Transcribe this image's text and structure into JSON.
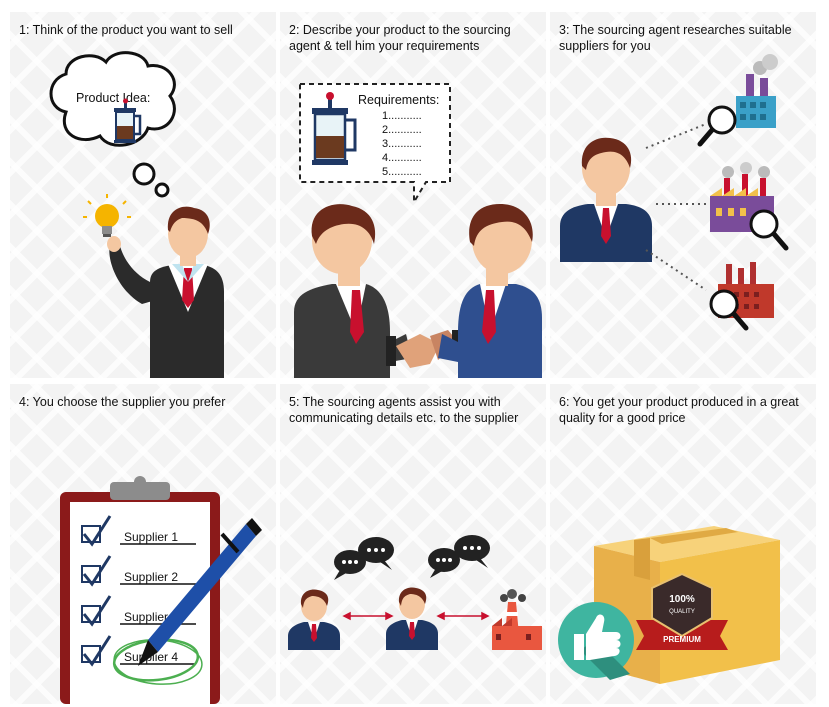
{
  "steps": [
    {
      "text": "1: Think of the product you want to sell"
    },
    {
      "text": "2: Describe your product to the sourcing agent & tell him your requirements"
    },
    {
      "text": "3: The sourcing agent researches suitable suppliers for you"
    },
    {
      "text": "4: You choose the supplier you prefer"
    },
    {
      "text": "5: The sourcing agents assist you with communicating details etc. to the supplier"
    },
    {
      "text": "6: You get your product produced in a great quality for a good price"
    }
  ],
  "step1": {
    "bubble_label": "Product Idea:"
  },
  "step2": {
    "requirements_title": "Requirements:",
    "requirements_lines": [
      "1...........",
      "2...........",
      "3...........",
      "4...........",
      "5..........."
    ]
  },
  "step4": {
    "suppliers": [
      "Supplier 1",
      "Supplier 2",
      "Supplier 3",
      "Supplier 4"
    ]
  },
  "step6": {
    "seal_top": "100%",
    "seal_bottom": "QUALITY",
    "ribbon": "PREMIUM"
  },
  "colors": {
    "panel_bg": "#f3f3f3",
    "suit": "#2b2b2b",
    "tie": "#c8102e",
    "navy": "#1f3864",
    "box": "#f2c04a",
    "thumb_bg": "#3fb5a0"
  }
}
